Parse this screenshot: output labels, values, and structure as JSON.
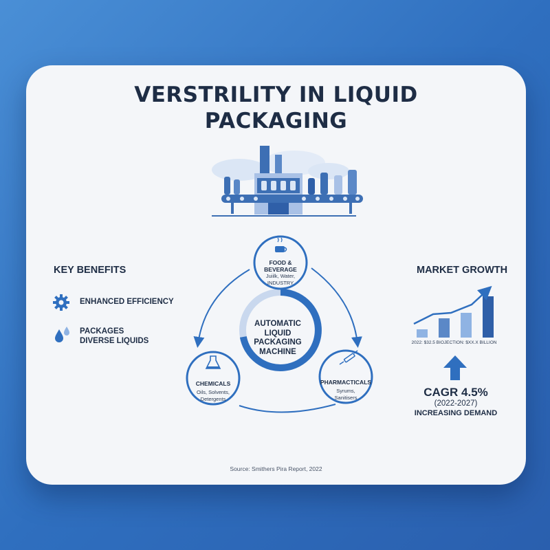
{
  "title": {
    "line1": "VERSTRILITY IN LIQUID",
    "line2": "PACKAGING"
  },
  "key_benefits": {
    "heading": "KEY BENEFITS",
    "items": [
      {
        "icon": "gear-icon",
        "label": "ENHANCED EFFICIENCY"
      },
      {
        "icon": "droplets-icon",
        "label_line1": "PACKAGES",
        "label_line2": "DIVERSE LIQUIDS"
      }
    ]
  },
  "cycle": {
    "hub_line1": "AUTOMATIC",
    "hub_line2": "LIQUID",
    "hub_line3": "PACKAGING",
    "hub_line4": "MACHINE",
    "nodes": [
      {
        "icon": "coffee-cup-icon",
        "title": "FOOD & BEVERAGE",
        "sub1": "Juiilk, Water,",
        "sub2": "INDUSTRY"
      },
      {
        "icon": "flask-icon",
        "title": "CHEMICALS",
        "sub1": "Oils, Solvents,",
        "sub2": "Detergents"
      },
      {
        "icon": "syringe-icon",
        "title": "PHARMACTICALS",
        "sub1": "Syrums,",
        "sub2": "Sanitisers"
      }
    ]
  },
  "market_growth": {
    "heading": "MARKET GROWTH",
    "projection_text": "2022: $32.5 BIOJECTION: $XX.X BILLION",
    "cagr": "CAGR 4.5%",
    "years": "(2022-2027)",
    "demand": "INCREASING DEMAND"
  },
  "source": "Source: Smithers Pira Report, 2022",
  "colors": {
    "accent": "#2f6fbf",
    "accent_light": "#8fb3e3",
    "dark_text": "#1e2d45",
    "card": "#f4f6f9"
  }
}
